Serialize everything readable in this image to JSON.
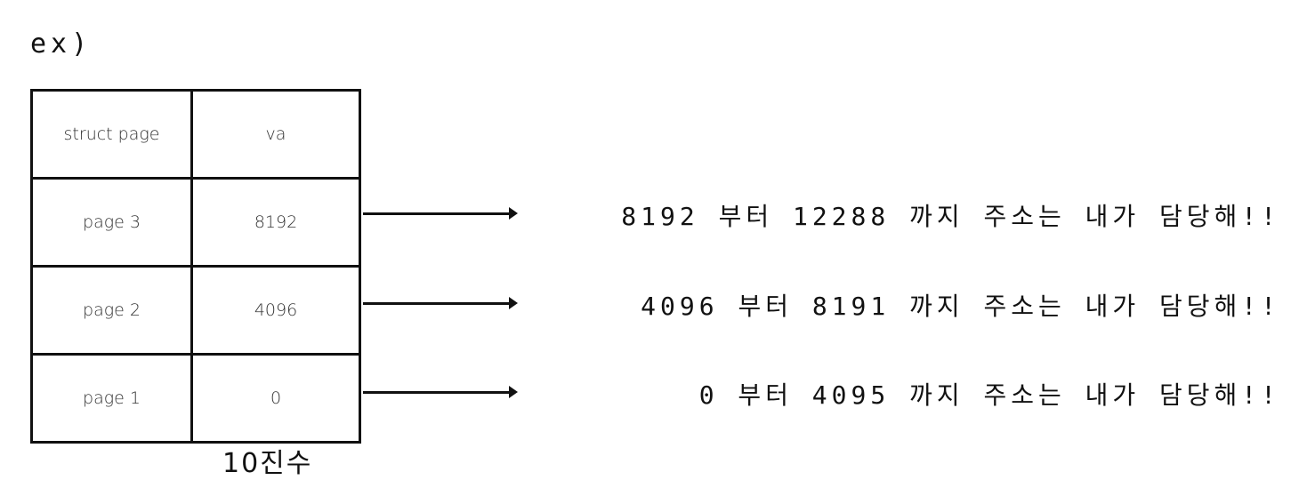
{
  "heading": "ex)",
  "table": {
    "headers": [
      "struct page",
      "va"
    ],
    "rows": [
      {
        "page": "page 3",
        "va": "8192"
      },
      {
        "page": "page 2",
        "va": "4096"
      },
      {
        "page": "page 1",
        "va": "0"
      }
    ],
    "footer": "10진수"
  },
  "notes": [
    "8192 부터 12288 까지 주소는 내가 담당해!!",
    "4096 부터 8191 까지 주소는 내가 담당해!!",
    "0 부터 4095 까지 주소는 내가 담당해!!"
  ]
}
